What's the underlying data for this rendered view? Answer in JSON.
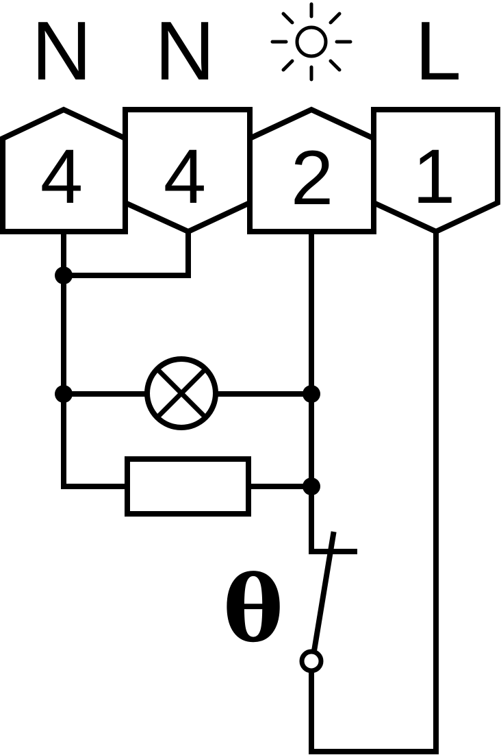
{
  "labels": {
    "n1": "N",
    "n2": "N",
    "lamp": "",
    "l": "L"
  },
  "terminals": [
    {
      "id": "t1",
      "number": "4"
    },
    {
      "id": "t2",
      "number": "4"
    },
    {
      "id": "t3",
      "number": "2"
    },
    {
      "id": "t4",
      "number": "1"
    }
  ],
  "thermostat_symbol": "θ",
  "icons": {
    "lamp_label": "sun-icon",
    "signal_lamp": "lamp-icon",
    "resistor": "resistor-icon",
    "thermal_switch": "switch-icon"
  },
  "colors": {
    "line": "#000000",
    "background": "#ffffff"
  }
}
